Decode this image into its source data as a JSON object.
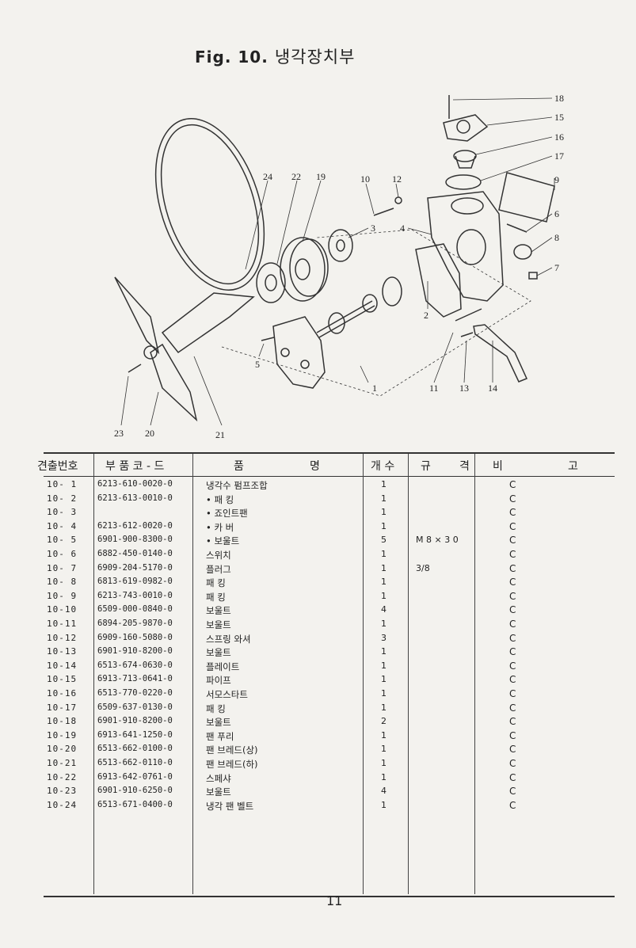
{
  "title": {
    "fig": "Fig. 10.",
    "name": "냉각장치부"
  },
  "figure": {
    "callouts": [
      "18",
      "15",
      "16",
      "17",
      "9",
      "6",
      "8",
      "7",
      "24",
      "22",
      "19",
      "10",
      "12",
      "3",
      "4",
      "2",
      "5",
      "1",
      "11",
      "13",
      "14",
      "23",
      "20",
      "21"
    ]
  },
  "table": {
    "headers": {
      "no": "견출번호",
      "code": "부 품 코 - 드",
      "name_a": "품",
      "name_b": "명",
      "qty": "개 수",
      "spec_a": "규",
      "spec_b": "격",
      "rem_a": "비",
      "rem_b": "고"
    },
    "rows": [
      {
        "no": "10-  1",
        "code": "6213-610-0020-0",
        "name": "냉각수 펌프조합",
        "qty": "1",
        "spec": "",
        "rem": "C"
      },
      {
        "no": "10-  2",
        "code": "6213-613-0010-0",
        "name": "• 패  킹",
        "qty": "1",
        "spec": "",
        "rem": "C"
      },
      {
        "no": "10-  3",
        "code": "",
        "name": "• 죠인트팬",
        "qty": "1",
        "spec": "",
        "rem": "C"
      },
      {
        "no": "10-  4",
        "code": "6213-612-0020-0",
        "name": "• 카  버",
        "qty": "1",
        "spec": "",
        "rem": "C"
      },
      {
        "no": "10-  5",
        "code": "6901-900-8300-0",
        "name": "• 보울트",
        "qty": "5",
        "spec": "M 8 × 3 0",
        "rem": "C"
      },
      {
        "no": "10-  6",
        "code": "6882-450-0140-0",
        "name": "스위치",
        "qty": "1",
        "spec": "",
        "rem": "C"
      },
      {
        "no": "10-  7",
        "code": "6909-204-5170-0",
        "name": "플러그",
        "qty": "1",
        "spec": "3/8",
        "rem": "C"
      },
      {
        "no": "10-  8",
        "code": "6813-619-0982-0",
        "name": "패  킹",
        "qty": "1",
        "spec": "",
        "rem": "C"
      },
      {
        "no": "10-  9",
        "code": "6213-743-0010-0",
        "name": "패  킹",
        "qty": "1",
        "spec": "",
        "rem": "C"
      },
      {
        "no": "10-10",
        "code": "6509-000-0840-0",
        "name": "보울트",
        "qty": "4",
        "spec": "",
        "rem": "C"
      },
      {
        "no": "10-11",
        "code": "6894-205-9870-0",
        "name": "보울트",
        "qty": "1",
        "spec": "",
        "rem": "C"
      },
      {
        "no": "10-12",
        "code": "6909-160-5080-0",
        "name": "스프링 와셔",
        "qty": "3",
        "spec": "",
        "rem": "C"
      },
      {
        "no": "10-13",
        "code": "6901-910-8200-0",
        "name": "보울트",
        "qty": "1",
        "spec": "",
        "rem": "C"
      },
      {
        "no": "10-14",
        "code": "6513-674-0630-0",
        "name": "플레이트",
        "qty": "1",
        "spec": "",
        "rem": "C"
      },
      {
        "no": "10-15",
        "code": "6913-713-0641-0",
        "name": "파이프",
        "qty": "1",
        "spec": "",
        "rem": "C"
      },
      {
        "no": "10-16",
        "code": "6513-770-0220-0",
        "name": "서모스타트",
        "qty": "1",
        "spec": "",
        "rem": "C"
      },
      {
        "no": "10-17",
        "code": "6509-637-0130-0",
        "name": "패  킹",
        "qty": "1",
        "spec": "",
        "rem": "C"
      },
      {
        "no": "10-18",
        "code": "6901-910-8200-0",
        "name": "보울트",
        "qty": "2",
        "spec": "",
        "rem": "C"
      },
      {
        "no": "10-19",
        "code": "6913-641-1250-0",
        "name": "팬 푸리",
        "qty": "1",
        "spec": "",
        "rem": "C"
      },
      {
        "no": "10-20",
        "code": "6513-662-0100-0",
        "name": "팬 브레드(상)",
        "qty": "1",
        "spec": "",
        "rem": "C"
      },
      {
        "no": "10-21",
        "code": "6513-662-0110-0",
        "name": "팬 브레드(하)",
        "qty": "1",
        "spec": "",
        "rem": "C"
      },
      {
        "no": "10-22",
        "code": "6913-642-0761-0",
        "name": "스페샤",
        "qty": "1",
        "spec": "",
        "rem": "C"
      },
      {
        "no": "10-23",
        "code": "6901-910-6250-0",
        "name": "보울트",
        "qty": "4",
        "spec": "",
        "rem": "C"
      },
      {
        "no": "10-24",
        "code": "6513-671-0400-0",
        "name": "냉각 팬 벨트",
        "qty": "1",
        "spec": "",
        "rem": "C"
      }
    ]
  },
  "page_number": "11"
}
